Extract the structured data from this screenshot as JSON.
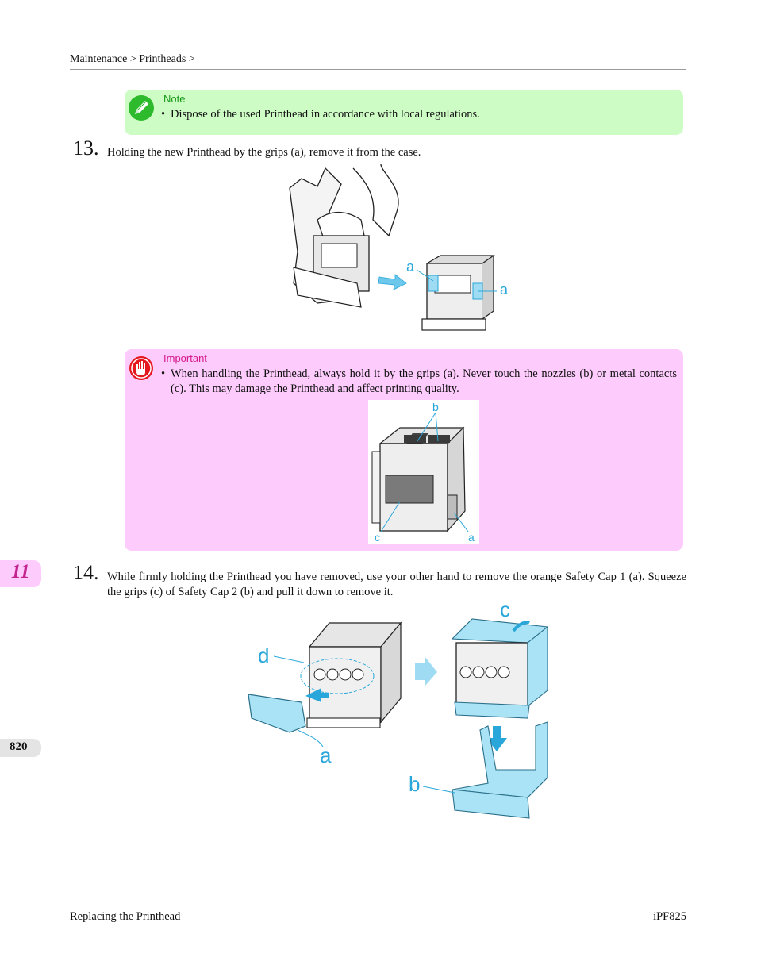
{
  "header": {
    "breadcrumb": "Maintenance > Printheads >"
  },
  "note": {
    "title": "Note",
    "bullet": "Dispose of the used Printhead in accordance with local regulations."
  },
  "steps": [
    {
      "number": "13.",
      "text": "Holding the new Printhead by the grips (a), remove it from the case.",
      "callouts": [
        "a",
        "a"
      ]
    },
    {
      "number": "14.",
      "text": "While firmly holding the Printhead you have removed, use your other hand to remove the orange Safety Cap 1 (a). Squeeze the grips (c) of Safety Cap 2 (b) and pull it down to remove it.",
      "callouts": [
        "d",
        "a",
        "c",
        "b"
      ]
    }
  ],
  "important": {
    "title": "Important",
    "bullet": "When handling the Printhead, always hold it by the grips (a). Never touch the nozzles (b) or metal contacts (c). This may damage the Printhead and affect printing quality.",
    "callouts": [
      "b",
      "c",
      "a"
    ]
  },
  "side_tabs": {
    "chapter": "11",
    "page": "820"
  },
  "footer": {
    "left": "Replacing the Printhead",
    "right": "iPF825"
  },
  "colors": {
    "note_bg": "#cdfcc4",
    "important_bg": "#fdcbfc",
    "callout": "#2aa7da",
    "safety_cap": "#a9e3f5"
  }
}
